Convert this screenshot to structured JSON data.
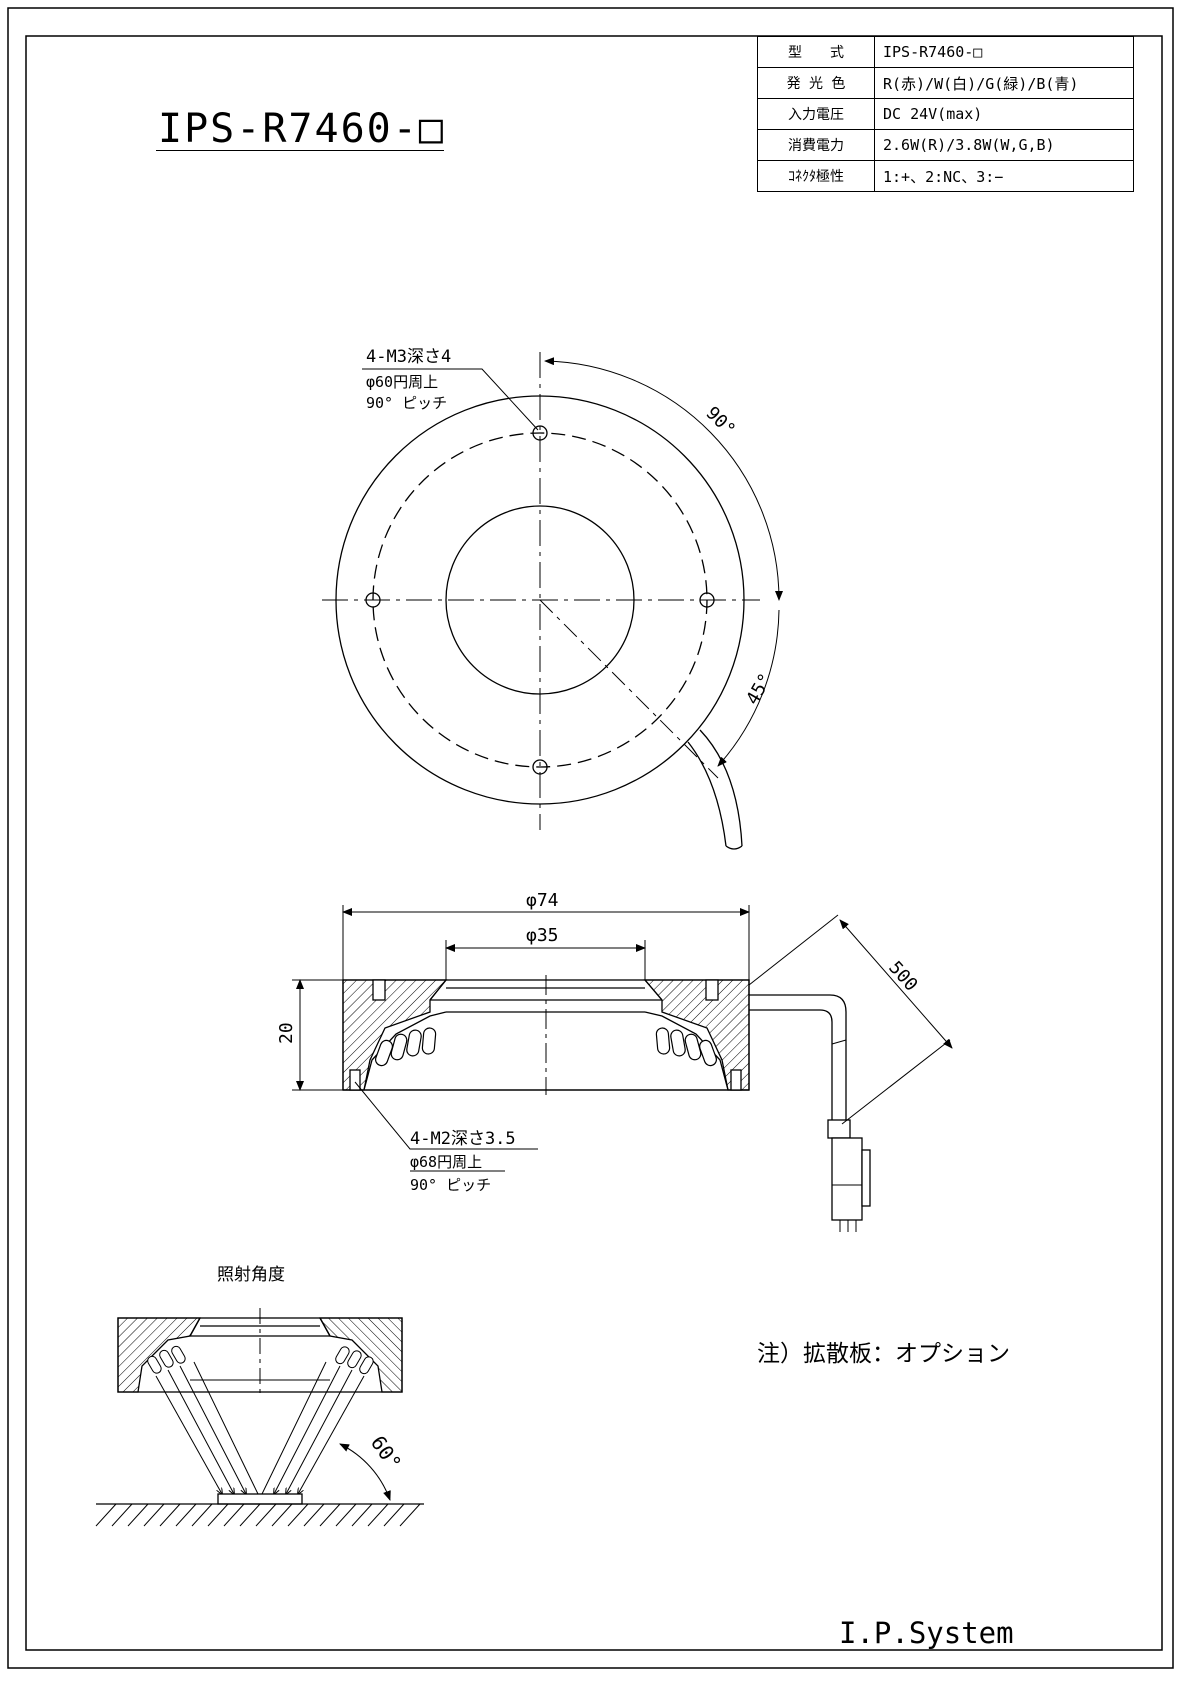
{
  "drawing": {
    "title": "IPS-R7460-□",
    "brand": "I.P.System",
    "note": "注）拡散板：オプション",
    "angle_section_title": "照射角度"
  },
  "spec_table": [
    {
      "key": "型　　式",
      "value": "IPS-R7460-□"
    },
    {
      "key": "発 光 色",
      "value": "R(赤)/W(白)/G(緑)/B(青)"
    },
    {
      "key": "入力電圧",
      "value": "DC 24V(max)"
    },
    {
      "key": "消費電力",
      "value": "2.6W(R)/3.8W(W,G,B)"
    },
    {
      "key": "ｺﾈｸﾀ極性",
      "value": "1:+、2:NC、3:−"
    }
  ],
  "top_view": {
    "hole_note_line1": "4-M3深さ4",
    "hole_note_line2": "φ60円周上",
    "hole_note_line3": "90° ピッチ",
    "angle_90": "90°",
    "angle_45": "45°"
  },
  "side_view": {
    "dim_outer": "φ74",
    "dim_inner": "φ35",
    "dim_height": "20",
    "dim_cable": "500",
    "hole_note_line1": "4-M2深さ3.5",
    "hole_note_line2": "φ68円周上",
    "hole_note_line3": "90° ピッチ"
  },
  "angle_view": {
    "angle_60": "60°"
  }
}
